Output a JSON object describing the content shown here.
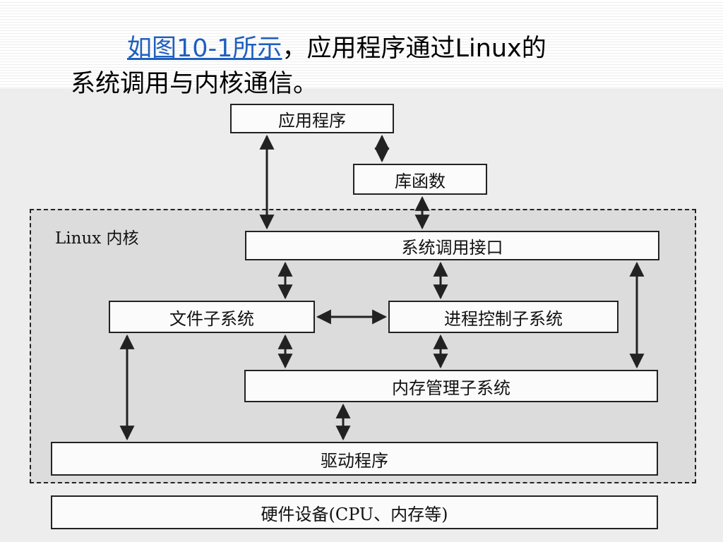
{
  "caption": {
    "link_text": "如图10-1所示",
    "rest_line1": "，应用程序通过Linux的",
    "line2": "系统调用与内核通信。"
  },
  "diagram": {
    "kernel_label": "Linux 内核",
    "boxes": {
      "app": "应用程序",
      "lib": "库函数",
      "syscall": "系统调用接口",
      "fs": "文件子系统",
      "proc": "进程控制子系统",
      "mem": "内存管理子系统",
      "driver": "驱动程序",
      "hw": "硬件设备(CPU、内存等)"
    }
  }
}
